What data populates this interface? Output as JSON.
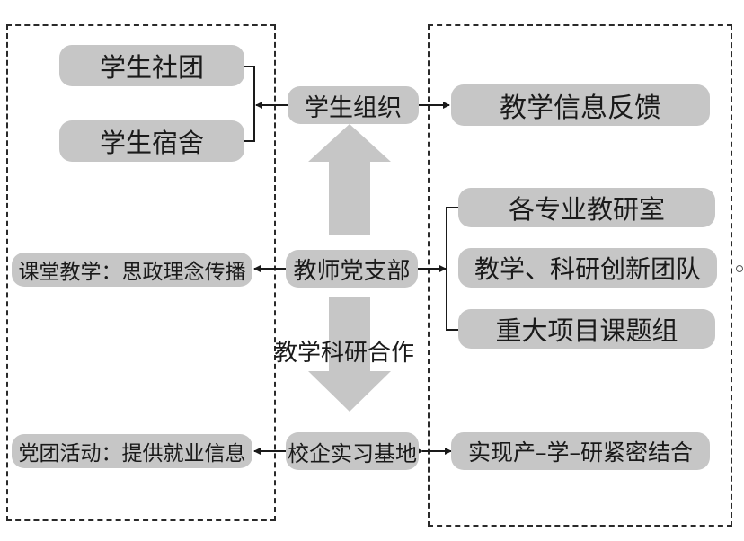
{
  "left_group": {
    "student_club": "学生社团",
    "student_dorm": "学生宿舍",
    "classroom_teaching": "课堂教学：思政理念传播",
    "party_activity": "党团活动：提供就业信息"
  },
  "center": {
    "student_org": "学生组织",
    "party_branch": "教师党支部",
    "cooperation_label": "教学科研合作",
    "internship_base": "校企实习基地"
  },
  "right_group": {
    "feedback": "教学信息反馈",
    "teaching_office": "各专业教研室",
    "innovation_team": "教学、科研创新团队",
    "project_group": "重大项目课题组",
    "integration": "实现产–学–研紧密结合"
  },
  "colors": {
    "node_fill": "#c6c6c6",
    "big_arrow": "#c6c6c6",
    "line": "#1a1a1a"
  }
}
